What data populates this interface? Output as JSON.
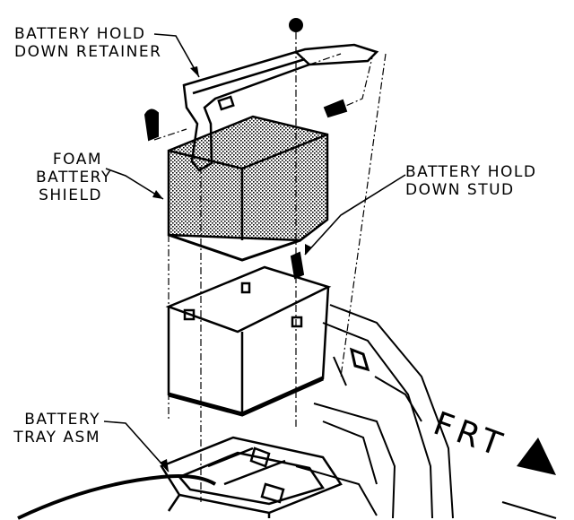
{
  "labels": {
    "hold_down_retainer": [
      "BATTERY HOLD",
      "DOWN RETAINER"
    ],
    "foam_shield": [
      "FOAM",
      "BATTERY",
      "SHIELD"
    ],
    "hold_down_stud": [
      "BATTERY HOLD",
      "DOWN STUD"
    ],
    "tray_asm": [
      "BATTERY",
      "TRAY ASM"
    ]
  },
  "direction_label": "FRT"
}
